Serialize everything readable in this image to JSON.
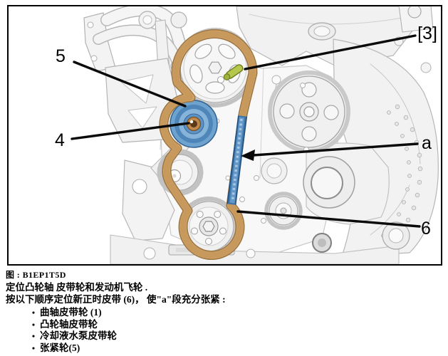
{
  "document": {
    "figure_caption": "图 : B1EP1T5D",
    "instructions": {
      "line1": "定位凸轮轴 皮带轮和发动机飞轮 .",
      "line2": "按以下顺序定位新正时皮带 (6)， 使\"a\"段充分张紧 :",
      "bullet_char": "•",
      "bullets": [
        "曲轴皮带轮 (1)",
        "凸轮轴皮带轮",
        "冷却液水泵皮带轮",
        "张紧轮(5)"
      ]
    }
  },
  "figure": {
    "callouts": {
      "timing_pin": "[3]",
      "tensioner_pulley": "5",
      "tensioner_bolt": "4",
      "belt_segment": "a",
      "timing_belt": "6"
    },
    "colors": {
      "belt_tan": "#d6ab70",
      "belt_edge": "#9c7440",
      "segment_a_blue": "#3f77ad",
      "tensioner_blue": "#5b8fc0",
      "timing_pin_green": "#b5c74d",
      "line_art_gray": "#b2b2b2"
    }
  }
}
